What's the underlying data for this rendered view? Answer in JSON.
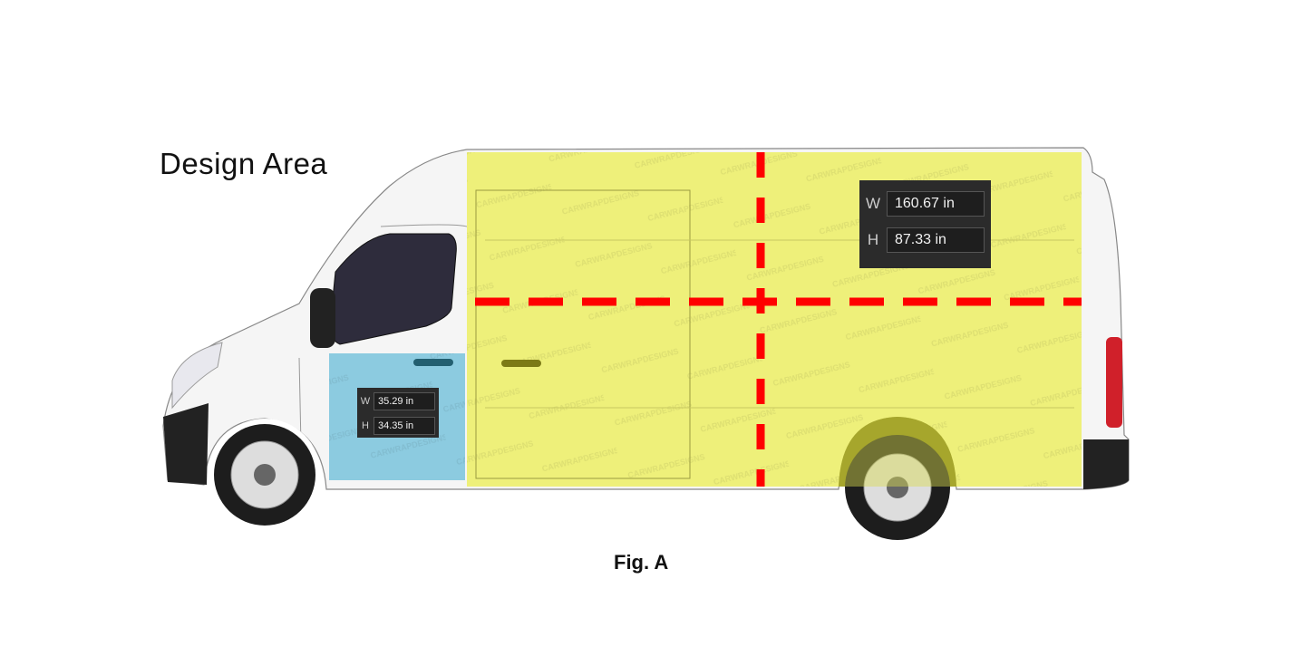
{
  "title": "Design Area",
  "caption": "Fig. A",
  "watermark": "CARWRAPDESIGNS",
  "main_panel": {
    "w_label": "W",
    "w_value": "160.67 in",
    "h_label": "H",
    "h_value": "87.33 in"
  },
  "door_panel": {
    "w_label": "W",
    "w_value": "35.29 in",
    "h_label": "H",
    "h_value": "34.35 in"
  },
  "colors": {
    "design_area": "#eef07a",
    "door_area": "#8ccbe0",
    "guide_line": "#ff0000"
  }
}
